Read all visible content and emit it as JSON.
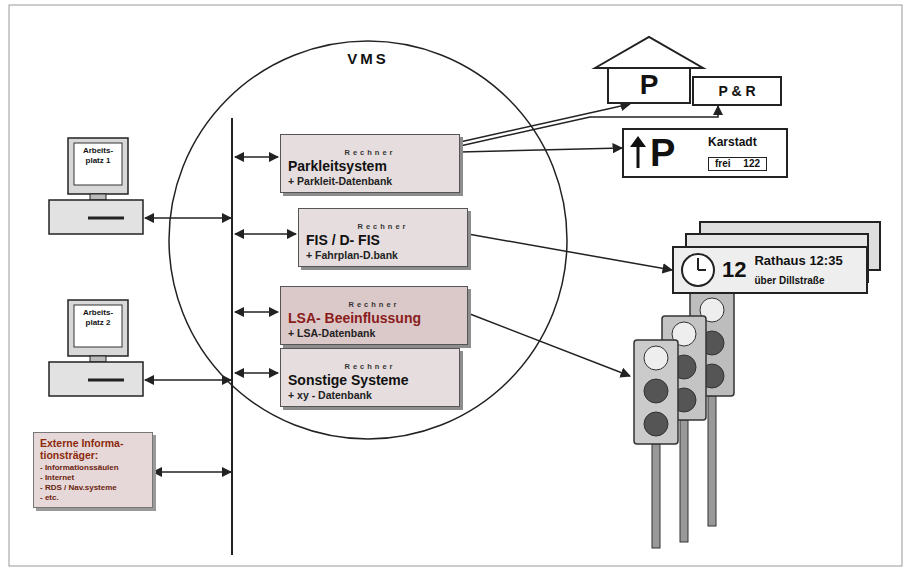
{
  "diagram": {
    "nodes": [
      {
        "text": [
          "VMS"
        ]
      },
      {
        "text": [
          "Rechner",
          "Parkleitsystem",
          "+ Parkleit-Datenbank"
        ],
        "in": 0
      },
      {
        "text": [
          "Rechner",
          "FIS / D- FIS",
          "+ Fahrplan-D.bank"
        ],
        "in": 0
      },
      {
        "text": [
          "Rechner",
          "LSA- Beeinflussung",
          "+ LSA-Datenbank"
        ],
        "in": 0
      },
      {
        "text": [
          "Rechner",
          "Sonstige Systeme",
          "+ xy - Datenbank"
        ],
        "in": 0
      },
      {
        "text": [
          "Arbeits- platz 1"
        ]
      },
      {
        "text": [
          "Arbeits- platz 2"
        ]
      },
      {
        "text": [
          "Externe Informa- tionsträger:",
          "- Informationssäulen",
          "- Internet",
          "- RDS / Nav.systeme",
          "- etc."
        ]
      },
      {
        "text": [
          "P"
        ]
      },
      {
        "text": [
          "P & R"
        ]
      },
      {
        "text": [
          "P",
          "Karstadt",
          "frei 122"
        ]
      },
      {
        "text": [
          "12",
          "Rathaus 12:35",
          "über Dillstraße"
        ]
      }
    ],
    "edges": [
      {
        "from": 5,
        "to": 0,
        "arrow": "both"
      },
      {
        "from": 6,
        "to": 0,
        "arrow": "both"
      },
      {
        "from": 7,
        "to": 0,
        "arrow": "both"
      },
      {
        "from": 1,
        "to": 8,
        "arrow": "to"
      },
      {
        "from": 1,
        "to": 9,
        "arrow": "to"
      },
      {
        "from": 1,
        "to": 10,
        "arrow": "to"
      },
      {
        "from": 2,
        "to": 11,
        "arrow": "to"
      }
    ]
  }
}
